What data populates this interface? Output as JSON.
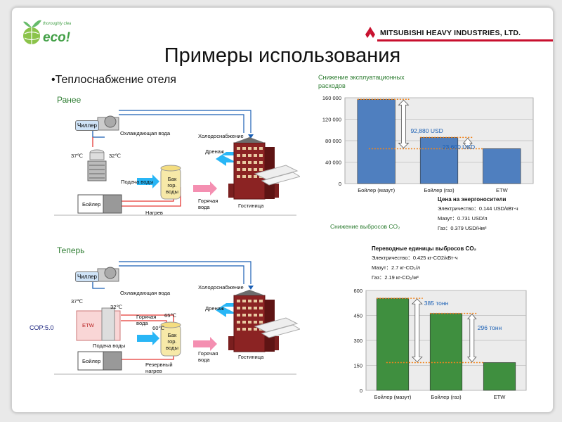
{
  "brand": {
    "eco_small": "thoroughly cleaner",
    "eco_big": "eco!",
    "company": "MITSUBISHI HEAVY INDUSTRIES, LTD."
  },
  "title": "Примеры использования",
  "subtitle": "•Теплоснабжение отеля",
  "before": {
    "label": "Ранее",
    "chiller": "Чиллер",
    "cooling_water": "Охлаждающая вода",
    "temp37": "37℃",
    "temp32": "32℃",
    "cold_supply": "Холодоснабжение",
    "drain": "Дренаж",
    "water_supply": "Подача воды",
    "tank": "Бак гор. воды",
    "hot_water": "Горячая вода",
    "hotel": "Гостиница",
    "boiler": "Бойлер",
    "heating": "Нагрев"
  },
  "after": {
    "label": "Теперь",
    "cop": "COP:5.0",
    "chiller": "Чиллер",
    "cooling_water": "Охлаждающая вода",
    "temp37": "37℃",
    "temp32": "32℃",
    "cold_supply": "Холодоснабжение",
    "drain": "Дренаж",
    "etw": "ETW",
    "hot_water_top": "Горячая вода",
    "temp65": "65℃",
    "temp60": "60℃",
    "water_supply": "Подача воды",
    "tank": "Бак гор. воды",
    "hot_water": "Горячая вода",
    "hotel": "Гостиница",
    "boiler": "Бойлер",
    "reserve_heating": "Резервный нагрев"
  },
  "cost_panel": {
    "title": "Снижение эксплуатационных расходов",
    "energy_prices_title": "Цена на энергоносители",
    "prices": [
      "Электричество：0.144 USD/кВт-ч",
      "Мазут：0.731 USD/л",
      "Газ：0.379 USD/Нм³"
    ]
  },
  "co2_panel": {
    "title": "Снижение выбросов CO₂",
    "factors_title": "Переводные единицы выбросов CO₂",
    "factors": [
      "Электричество：0.425 кг-CO2/кВт-ч",
      "Мазут：2.7 кг-CO₂/л",
      "Газ：2.19 кг-CO₂/м³"
    ]
  },
  "colors": {
    "bar_blue": "#4f7fbf",
    "bar_green": "#3f8f3f",
    "orange": "#f0851e",
    "green_text": "#2e7d32",
    "link_blue": "#1a5fb4"
  },
  "chart_data": [
    {
      "type": "bar",
      "categories": [
        "Бойлер (мазут)",
        "Бойлер (газ)",
        "ETW"
      ],
      "values": [
        157000,
        86000,
        65000
      ],
      "ylim": [
        0,
        160000
      ],
      "yticks": [
        "0",
        "40 000",
        "80 000",
        "120 000",
        "160 000"
      ],
      "annotations": [
        "92,880 USD",
        "23,600 USD"
      ],
      "grid": true
    },
    {
      "type": "bar",
      "categories": [
        "Бойлер (мазут)",
        "Бойлер (газ)",
        "ETW"
      ],
      "values": [
        553,
        462,
        167
      ],
      "ylim": [
        0,
        600
      ],
      "yticks": [
        "0",
        "150",
        "300",
        "450",
        "600"
      ],
      "annotations": [
        "385 тонн",
        "296 тонн"
      ],
      "grid": true
    }
  ]
}
